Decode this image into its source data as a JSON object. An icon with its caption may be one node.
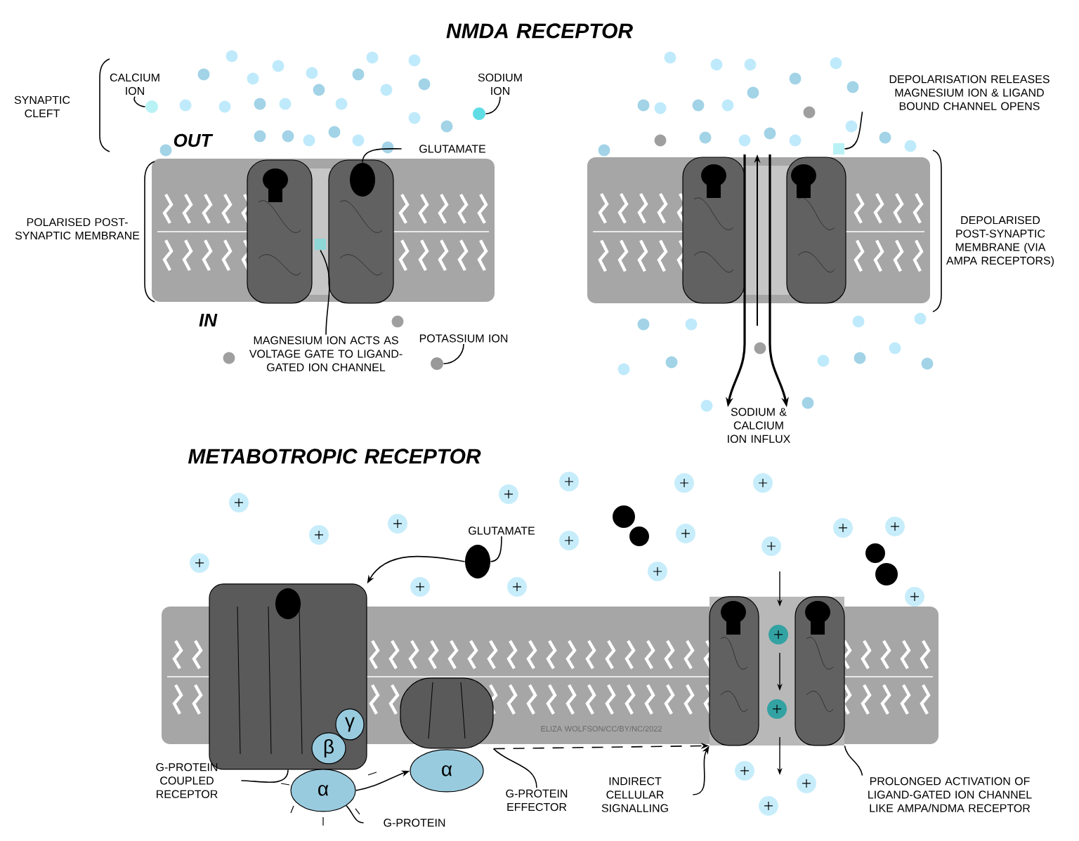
{
  "diagram": {
    "nodes": [
      {
        "text": [
          "CALCIUM ION"
        ]
      },
      {
        "text": [],
        "shape": "circle"
      },
      {
        "text": [
          "SODIUM ION"
        ]
      },
      {
        "text": [],
        "shape": "circle"
      },
      {
        "text": [
          "GLUTAMATE"
        ]
      },
      {
        "text": [],
        "shape": "blob"
      },
      {
        "text": [
          "MAGNESIUM ION ACTS AS VOLTAGE GATE TO LIGAND-GATED ION CHANNEL"
        ]
      },
      {
        "text": [],
        "shape": "box"
      },
      {
        "text": [
          "POTASSIUM ION"
        ]
      },
      {
        "text": [],
        "shape": "circle"
      },
      {
        "text": [
          "DEPOLARISATION RELEASES MAGNESIUM ION & LIGAND BOUND CHANNEL OPENS"
        ]
      },
      {
        "text": [],
        "shape": "box"
      },
      {
        "text": [
          "GLUTAMATE"
        ]
      },
      {
        "text": [],
        "shape": "blob"
      },
      {
        "text": [],
        "shape": "picture"
      },
      {
        "text": [
          "G-PROTEIN COUPLED RECEPTOR"
        ]
      },
      {
        "text": [
          "β"
        ],
        "in": 14
      },
      {
        "text": [
          "γ"
        ],
        "in": 14
      },
      {
        "text": [
          "α"
        ]
      },
      {
        "text": [
          "G-PROTEIN"
        ]
      },
      {
        "text": [],
        "shape": "picture"
      },
      {
        "text": [
          "α"
        ]
      },
      {
        "text": [
          "G-PROTEIN EFFECTOR"
        ]
      },
      {
        "text": [],
        "shape": "picture"
      },
      {
        "text": [
          "INDIRECT CELLULAR SIGNALLING"
        ]
      },
      {
        "text": [
          "PROLONGED ACTIVATION OF LIGAND-GATED ION CHANNEL LIKE AMPA/NDMA RECEPTOR"
        ]
      }
    ],
    "edges": [
      {
        "from": 0,
        "to": 1,
        "arrow": "none"
      },
      {
        "from": 2,
        "to": 3,
        "arrow": "none"
      },
      {
        "from": 4,
        "to": 5,
        "arrow": "none"
      },
      {
        "from": 6,
        "to": 7,
        "arrow": "none"
      },
      {
        "from": 8,
        "to": 9,
        "arrow": "none"
      },
      {
        "from": 10,
        "to": 11,
        "arrow": "none"
      },
      {
        "from": 12,
        "to": 13,
        "arrow": "none"
      },
      {
        "from": 13,
        "to": 14,
        "arrow": "to"
      },
      {
        "from": 15,
        "to": 14,
        "arrow": "none"
      },
      {
        "from": 19,
        "to": 18,
        "arrow": "none"
      },
      {
        "from": 18,
        "to": 21,
        "arrow": "to"
      },
      {
        "from": 22,
        "to": 20,
        "arrow": "none"
      },
      {
        "from": 20,
        "to": 23,
        "arrow": "to",
        "style": "dashed"
      },
      {
        "from": 24,
        "to": 23,
        "arrow": "to"
      },
      {
        "from": 25,
        "to": 23,
        "arrow": "none"
      }
    ],
    "labels": [
      "NMDA RECEPTOR",
      "SYNAPTIC CLEFT",
      "OUT",
      "POLARISED POST-SYNAPTIC MEMBRANE",
      "IN",
      "DEPOLARISED POST-SYNAPTIC MEMBRANE (VIA AMPA RECEPTORS)",
      "SODIUM & CALCIUM ION INFLUX",
      "METABOTROPIC RECEPTOR",
      "ELIZA WOLFSON/CC/BY/NC/2022"
    ]
  }
}
